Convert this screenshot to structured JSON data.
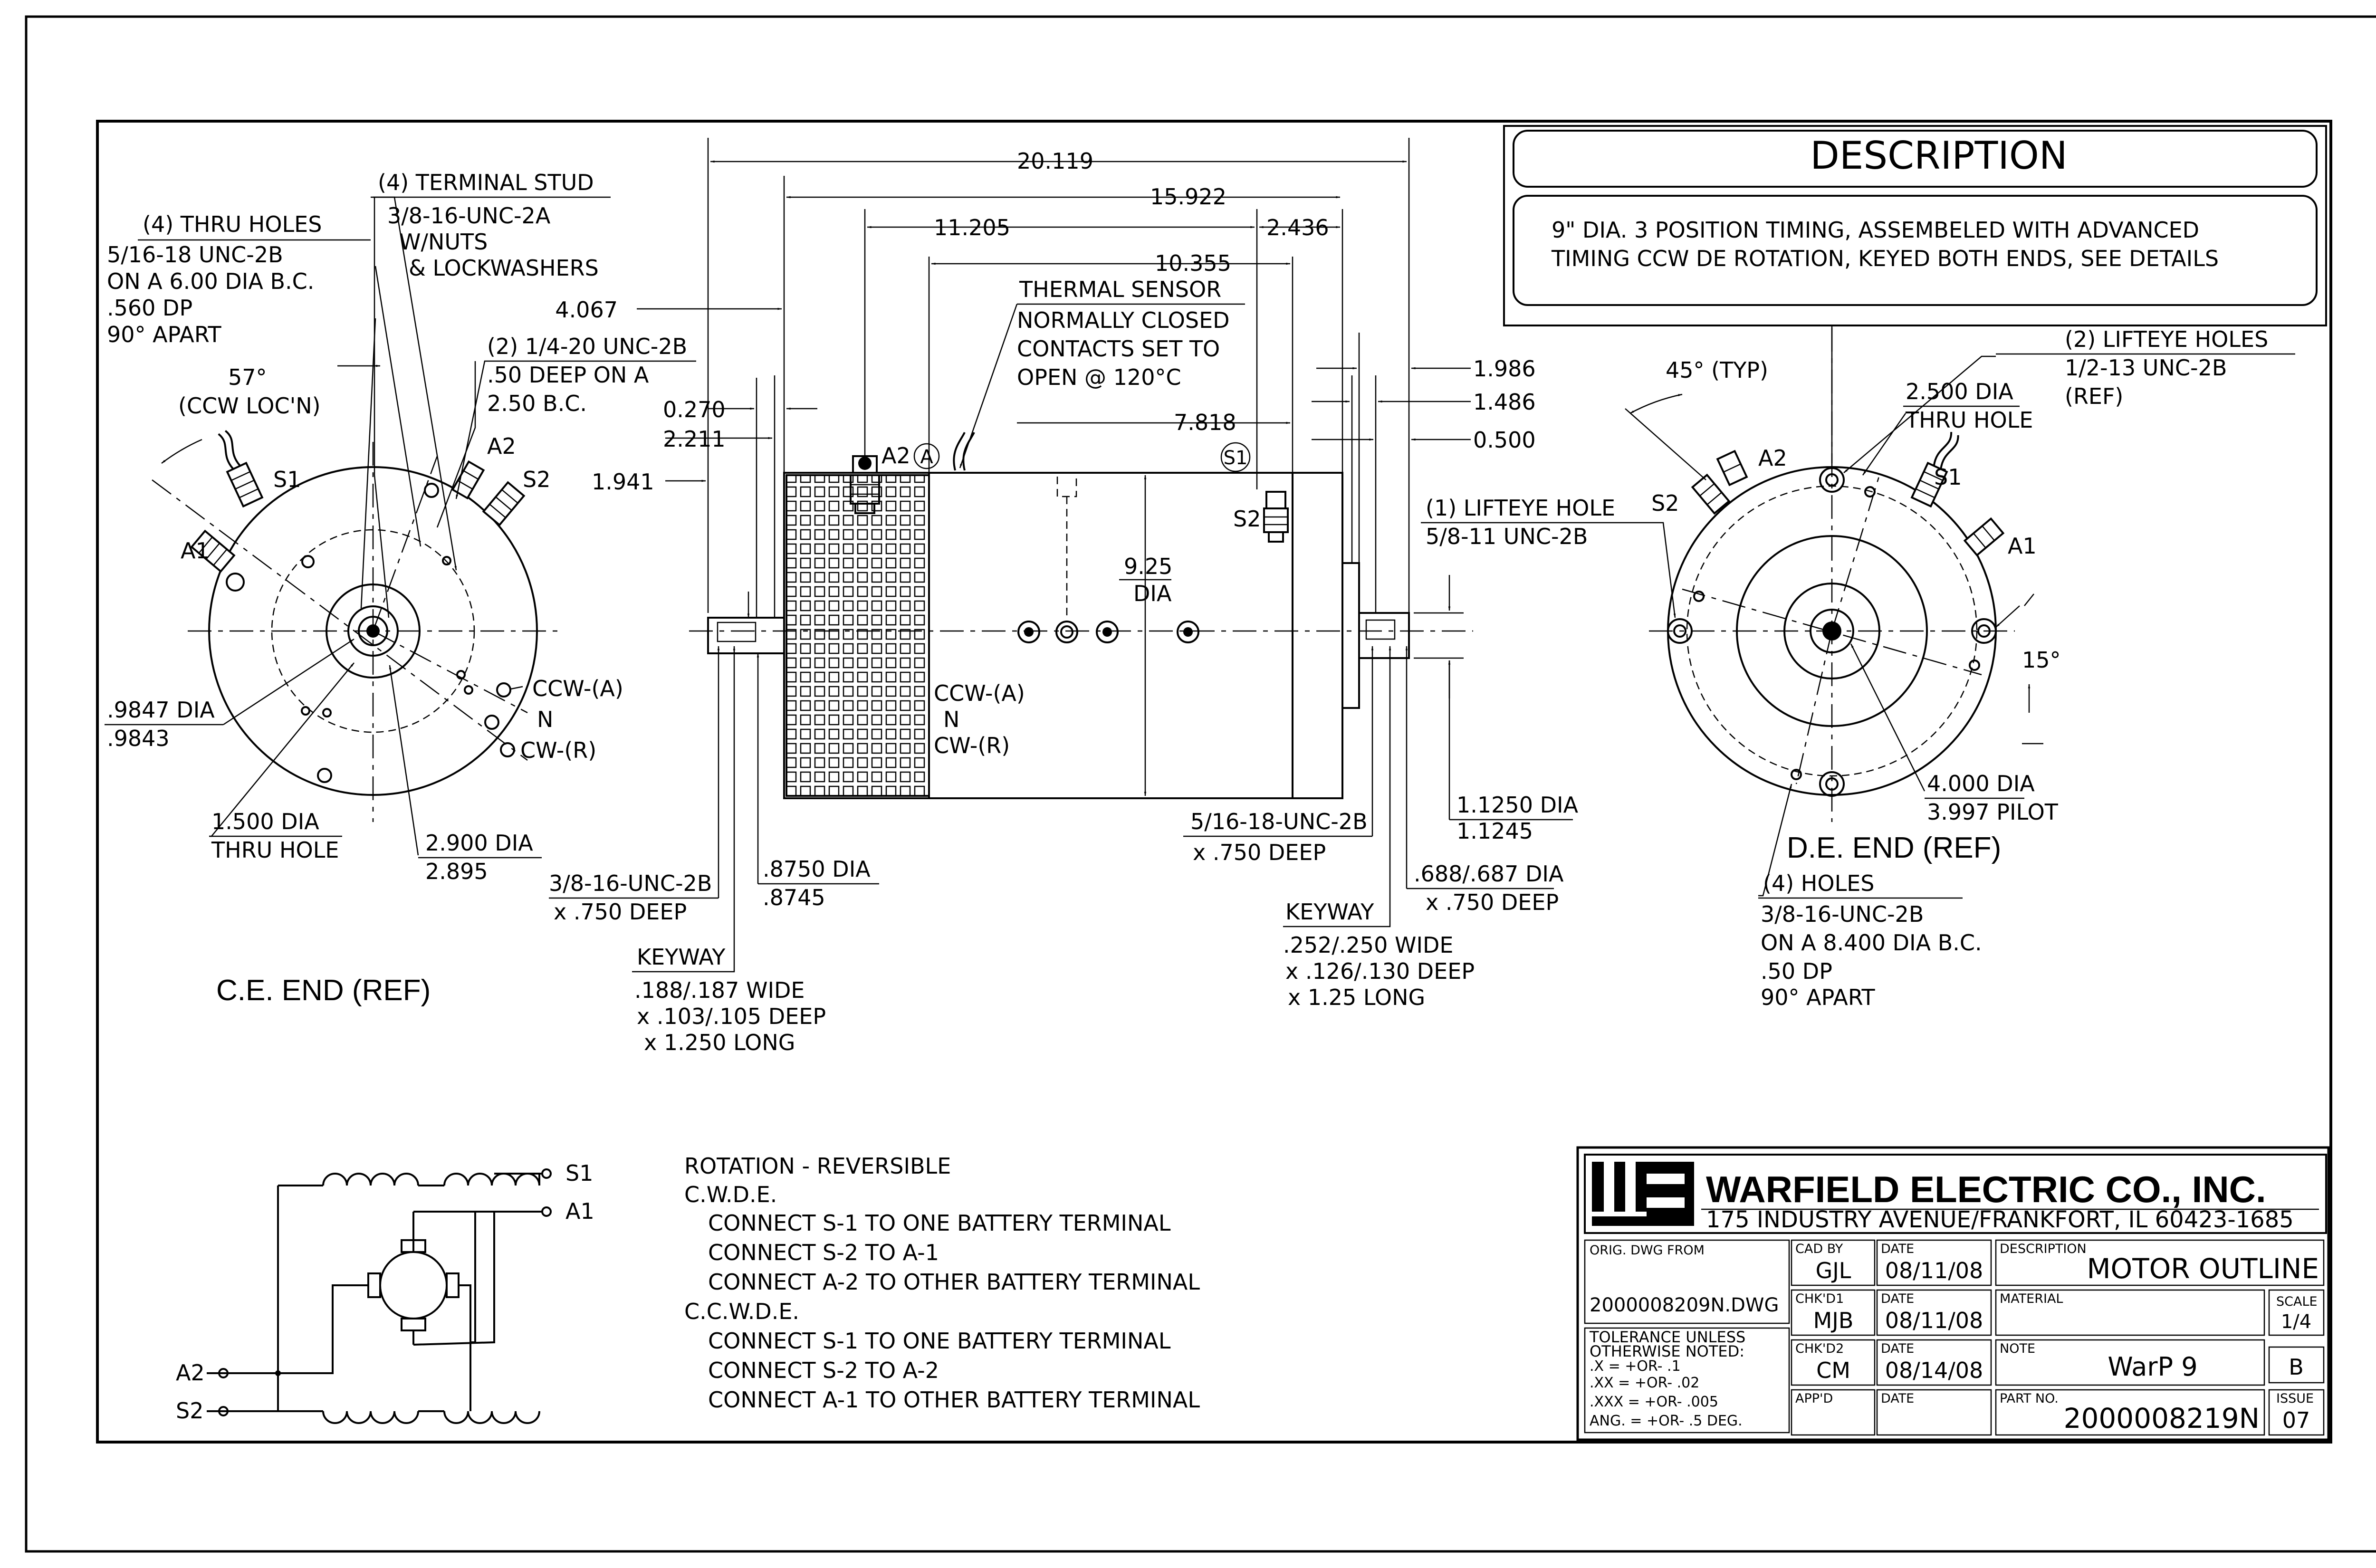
{
  "description": {
    "title": "DESCRIPTION",
    "line1": "9\" DIA. 3 POSITION TIMING, ASSEMBELED WITH ADVANCED",
    "line2": "TIMING CCW DE ROTATION, KEYED BOTH ENDS, SEE DETAILS"
  },
  "top_dims": {
    "d20119": "20.119",
    "d15922": "15.922",
    "d11205": "11.205",
    "d2436": "2.436",
    "d10355": "10.355",
    "d7818": "7.818",
    "d4067": "4.067",
    "d0270": "0.270",
    "d2211": "2.211",
    "d1941": "1.941",
    "d1986": "1.986",
    "d1486": "1.486",
    "d0500": "0.500",
    "dia925": "9.25",
    "dia_label": "DIA"
  },
  "thermal": {
    "l1": "THERMAL SENSOR",
    "l2": "NORMALLY CLOSED",
    "l3": "CONTACTS SET TO",
    "l4": "OPEN @ 120°C"
  },
  "ce": {
    "thru_holes": "(4) THRU HOLES",
    "thru_1": "5/16-18 UNC-2B",
    "thru_2": "ON A 6.00 DIA B.C.",
    "thru_3": ".560 DP",
    "thru_4": "90° APART",
    "stud": "(4) TERMINAL STUD",
    "stud_1": "3/8-16-UNC-2A",
    "stud_2": "W/NUTS",
    "stud_3": "& LOCKWASHERS",
    "unc2b": "(2) 1/4-20 UNC-2B",
    "unc2b_1": ".50 DEEP ON A",
    "unc2b_2": "2.50 B.C.",
    "angle": "57°",
    "ccw_loc": "(CCW LOC'N)",
    "a1": "A1",
    "a2": "A2",
    "s1": "S1",
    "s2": "S2",
    "ccwa": "CCW-(A)",
    "n": "N",
    "cwr": "CW-(R)",
    "shaft_dia_1": ".9847 DIA",
    "shaft_dia_2": ".9843",
    "hole_1": "1.500 DIA",
    "hole_2": "THRU HOLE",
    "dia2900_1": "2.900 DIA",
    "dia2900_2": "2.895",
    "title": "C.E. END (REF)"
  },
  "body": {
    "a2": "A2",
    "a_circle": "A",
    "s_circle": "S1",
    "s2": "S2",
    "ccwa": "CCW-(A)",
    "n": "N",
    "cwr": "CW-(R)",
    "tap_1": "3/8-16-UNC-2B",
    "tap_2": "x .750 DEEP",
    "dia8750_1": ".8750 DIA",
    "dia8750_2": ".8745",
    "keyway_ce": "KEYWAY",
    "key_ce_1": ".188/.187 WIDE",
    "key_ce_2": "x .103/.105 DEEP",
    "key_ce_3": "x 1.250 LONG",
    "tap_de_1": "5/16-18-UNC-2B",
    "tap_de_2": "x .750 DEEP",
    "keyway_de": "KEYWAY",
    "key_de_1": ".252/.250 WIDE",
    "key_de_2": "x .126/.130 DEEP",
    "key_de_3": "x 1.25 LONG",
    "dia1125_1": "1.1250 DIA",
    "dia1125_2": "1.1245",
    "dia688_1": ".688/.687 DIA",
    "dia688_2": "x .750 DEEP",
    "lifteye_1": "(1) LIFTEYE HOLE",
    "lifteye_2": "5/8-11 UNC-2B"
  },
  "de": {
    "typ": "45° (TYP)",
    "dia2500_1": "2.500 DIA",
    "dia2500_2": "THRU HOLE",
    "lifteye_1": "(2) LIFTEYE HOLES",
    "lifteye_2": "1/2-13 UNC-2B",
    "lifteye_3": "(REF)",
    "a1": "A1",
    "a2": "A2",
    "s1": "S1",
    "s2": "S2",
    "deg15": "15°",
    "pilot_1": "4.000 DIA",
    "pilot_2": "3.997 PILOT",
    "title": "D.E. END (REF)",
    "holes": "(4)  HOLES",
    "holes_1": "3/8-16-UNC-2B",
    "holes_2": "ON A 8.400 DIA B.C.",
    "holes_3": ".50 DP",
    "holes_4": "90° APART"
  },
  "schematic": {
    "s1": "S1",
    "a1": "A1",
    "a2": "A2",
    "s2": "S2"
  },
  "notes": {
    "l1": "ROTATION - REVERSIBLE",
    "l2": "C.W.D.E.",
    "l3": "CONNECT S-1 TO ONE BATTERY TERMINAL",
    "l4": "CONNECT S-2 TO A-1",
    "l5": "CONNECT A-2 TO OTHER BATTERY TERMINAL",
    "l6": "C.C.W.D.E.",
    "l7": "CONNECT S-1 TO ONE BATTERY TERMINAL",
    "l8": "CONNECT S-2 TO A-2",
    "l9": "CONNECT A-1 TO OTHER BATTERY TERMINAL"
  },
  "titleblock": {
    "company": "WARFIELD ELECTRIC CO., INC.",
    "address": "175 INDUSTRY AVENUE/FRANKFORT, IL 60423-1685",
    "orig_label": "ORIG. DWG FROM",
    "orig_value": "2000008209N.DWG",
    "tol_1": "TOLERANCE UNLESS",
    "tol_2": "OTHERWISE NOTED:",
    "tol_3": ".X    = +OR- .1",
    "tol_4": ".XX   = +OR- .02",
    "tol_5": ".XXX  = +OR- .005",
    "tol_6": "ANG. = +OR- .5 DEG.",
    "cadby_label": "CAD BY",
    "cadby": "GJL",
    "chkd1_label": "CHK'D1",
    "chkd1": "MJB",
    "chkd2_label": "CHK'D2",
    "chkd2": "CM",
    "appd_label": "APP'D",
    "date_label": "DATE",
    "date1": "08/11/08",
    "date2": "08/11/08",
    "date3": "08/14/08",
    "desc_label": "DESCRIPTION",
    "desc": "MOTOR OUTLINE",
    "material_label": "MATERIAL",
    "scale_label": "SCALE",
    "scale": "1/4",
    "note_label": "NOTE",
    "note": "WarP 9",
    "rev": "B",
    "partno_label": "PART NO.",
    "partno": "2000008219N",
    "issue_label": "ISSUE",
    "issue": "07"
  }
}
